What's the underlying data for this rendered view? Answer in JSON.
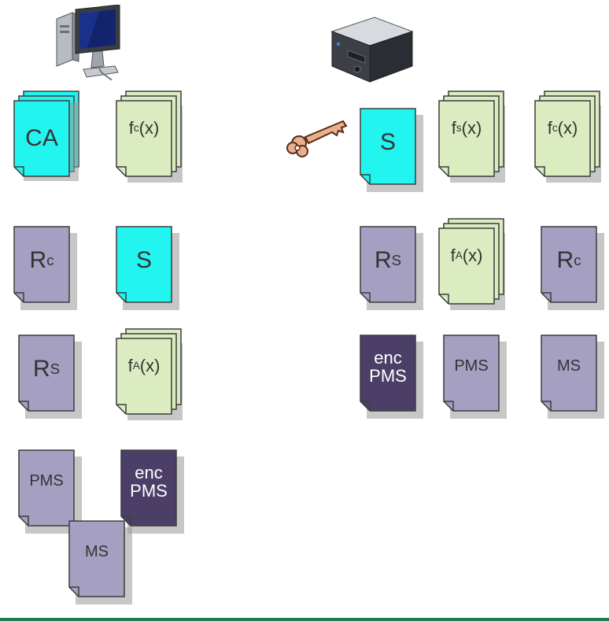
{
  "diagram": {
    "client_icon": "client-computer-icon",
    "server_icon": "server-box-icon",
    "key_icon": "private-key-icon",
    "colors": {
      "cyan_doc": "#22f5f0",
      "green_doc": "#dbecc0",
      "purple_doc": "#a59fc2",
      "dark_doc": "#4b3f68",
      "line": "#3d3d3d",
      "divider": "#1f7a4d"
    },
    "client": {
      "ca": {
        "text": "CA"
      },
      "fc": {
        "base": "f",
        "sub": "c",
        "tail": "(x)"
      },
      "rc": {
        "base": "R",
        "sub": "c"
      },
      "s": {
        "text": "S"
      },
      "rs": {
        "base": "R",
        "sub": "S"
      },
      "fa": {
        "base": "f",
        "sub": "A",
        "tail": "(x)"
      },
      "pms": {
        "text": "PMS"
      },
      "enc_pms": {
        "line1": "enc",
        "line2": "PMS"
      },
      "ms": {
        "text": "MS"
      }
    },
    "server": {
      "s": {
        "text": "S"
      },
      "fs": {
        "base": "f",
        "sub": "s",
        "tail": "(x)"
      },
      "fc": {
        "base": "f",
        "sub": "c",
        "tail": "(x)"
      },
      "rs": {
        "base": "R",
        "sub": "S"
      },
      "fa": {
        "base": "f",
        "sub": "A",
        "tail": "(x)"
      },
      "rc": {
        "base": "R",
        "sub": "c"
      },
      "enc_pms": {
        "line1": "enc",
        "line2": "PMS"
      },
      "pms": {
        "text": "PMS"
      },
      "ms": {
        "text": "MS"
      }
    }
  }
}
